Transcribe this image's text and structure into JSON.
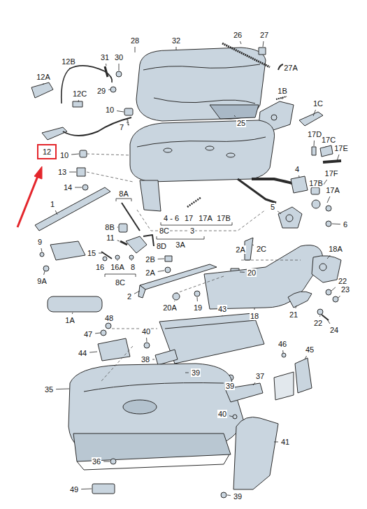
{
  "diagram": {
    "nodes": [
      {
        "text": [
          "12"
        ]
      }
    ],
    "labels": [
      "28",
      "26",
      "27",
      "32",
      "12B",
      "31",
      "30",
      "12A",
      "29",
      "27A",
      "12C",
      "1B",
      "1C",
      "10",
      "25",
      "7",
      "17D",
      "17C",
      "17E",
      "10",
      "13",
      "4",
      "17F",
      "14",
      "17B",
      "17A",
      "8A",
      "1",
      "5",
      "6",
      "4 - 6",
      "17",
      "17A",
      "17B",
      "8B",
      "8C",
      "3",
      "11",
      "3A",
      "8D",
      "9",
      "2A",
      "2C",
      "15",
      "18A",
      "2B",
      "8",
      "16",
      "16A",
      "9A",
      "2A",
      "20",
      "8C",
      "22",
      "23",
      "2",
      "20A",
      "19",
      "18",
      "21",
      "22",
      "24",
      "1A",
      "48",
      "47",
      "40",
      "43",
      "46",
      "45",
      "44",
      "38",
      "39",
      "35",
      "37",
      "39",
      "40",
      "41",
      "36",
      "49",
      "39"
    ]
  }
}
